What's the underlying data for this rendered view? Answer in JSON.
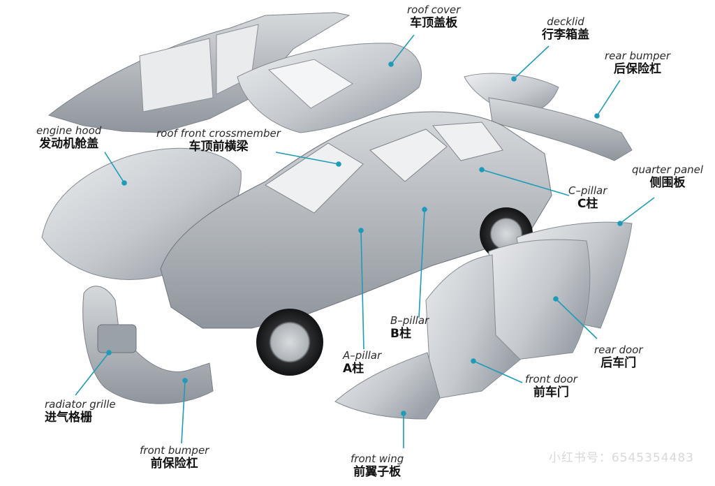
{
  "labels": {
    "roof_cover": {
      "en": "roof cover",
      "zh": "车顶盖板"
    },
    "decklid": {
      "en": "decklid",
      "zh": "行李箱盖"
    },
    "rear_bumper": {
      "en": "rear bumper",
      "zh": "后保险杠"
    },
    "engine_hood": {
      "en": "engine hood",
      "zh": "发动机舱盖"
    },
    "roof_front": {
      "en": "roof front crossmember",
      "zh": "车顶前横梁"
    },
    "quarter_panel": {
      "en": "quarter panel",
      "zh": "侧围板"
    },
    "c_pillar": {
      "en": "C–pillar",
      "zh": "C柱"
    },
    "b_pillar": {
      "en": "B–pillar",
      "zh": "B柱"
    },
    "a_pillar": {
      "en": "A–pillar",
      "zh": "A柱"
    },
    "rear_door": {
      "en": "rear door",
      "zh": "后车门"
    },
    "front_door": {
      "en": "front door",
      "zh": "前车门"
    },
    "radiator_grille": {
      "en": "radiator grille",
      "zh": "进气格栅"
    },
    "front_bumper": {
      "en": "front bumper",
      "zh": "前保险杠"
    },
    "front_wing": {
      "en": "front wing",
      "zh": "前翼子板"
    }
  },
  "watermark": "小红书号：6545354483",
  "colors": {
    "leader": "#1f9bb8",
    "panel": "#c9cdd2",
    "panel_dark": "#9aa0a8",
    "frame": "#b8bcc2"
  }
}
